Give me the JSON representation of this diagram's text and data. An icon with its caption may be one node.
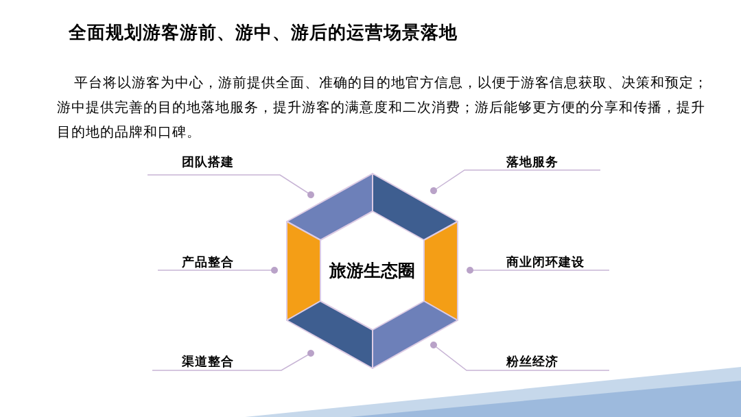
{
  "diagram": {
    "title": "全面规划游客游前、游中、游后的运营场景落地",
    "nodes": [
      {
        "text": [
          "团队搭建"
        ]
      },
      {
        "text": [
          "落地服务"
        ]
      },
      {
        "text": [
          "产品整合"
        ]
      },
      {
        "text": [
          "旅游生态圈"
        ]
      },
      {
        "text": [
          "商业闭环建设"
        ]
      },
      {
        "text": [
          "渠道整合"
        ]
      },
      {
        "text": [
          "粉丝经济"
        ]
      },
      {
        "text": [],
        "shape": "trapezoid"
      },
      {
        "text": [],
        "shape": "trapezoid"
      },
      {
        "text": [],
        "shape": "trapezoid"
      },
      {
        "text": [],
        "shape": "trapezoid"
      },
      {
        "text": [],
        "shape": "trapezoid"
      },
      {
        "text": [],
        "shape": "trapezoid"
      }
    ],
    "edges": [
      {
        "from": 0,
        "to": 7,
        "arrow": "other"
      },
      {
        "from": 1,
        "to": 8,
        "arrow": "other"
      },
      {
        "from": 2,
        "to": 9,
        "arrow": "other"
      },
      {
        "from": 4,
        "to": 10,
        "arrow": "other"
      },
      {
        "from": 5,
        "to": 11,
        "arrow": "other"
      },
      {
        "from": 6,
        "to": 12,
        "arrow": "other"
      }
    ],
    "labels": [
      "平台将以游客为中心，游前提供全面、准确的目的地官方信息，以便于游客信息获取、决策和预定；游中提供完善的目的地落地服务，提升游客的满意度和二次消费；游后能够更方便的分享和传播，提升目的地的品牌和口碑。"
    ]
  }
}
